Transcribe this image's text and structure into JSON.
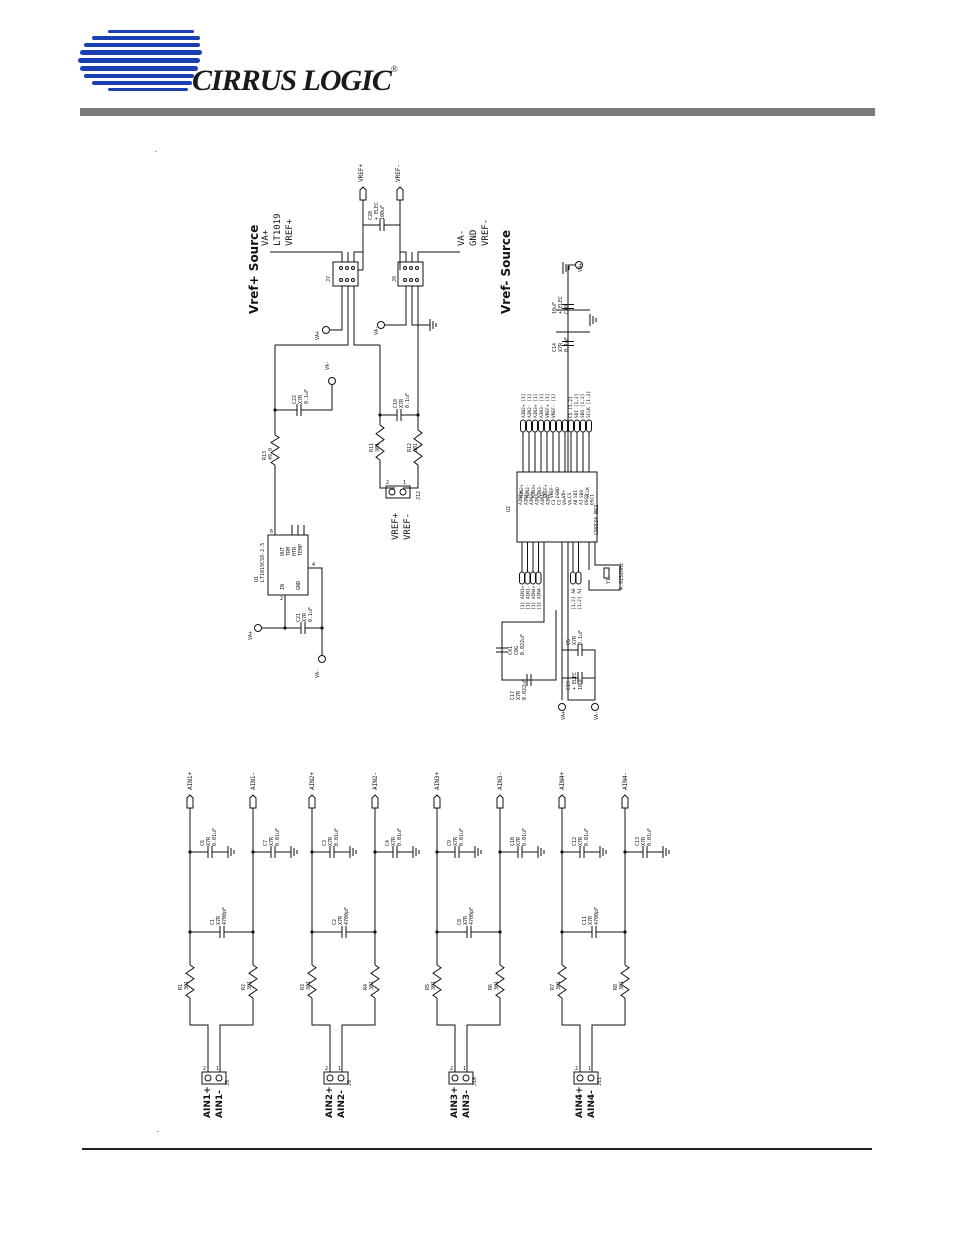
{
  "brand": {
    "name": "CIRRUS LOGIC",
    "reg": "®"
  },
  "top": {
    "vref_plus_src": {
      "title": "Vref+ Source",
      "opts": [
        "VA+",
        "LT1019",
        "VREF+"
      ]
    },
    "vref_minus_src": {
      "title": "Vref- Source",
      "opts": [
        "VA-",
        "GND",
        "VREF-"
      ]
    },
    "nets": {
      "va_plus": "VA+",
      "va_minus": "VA-",
      "vd_plus": "VD+",
      "vref_p": "VREF+",
      "vref_m": "VREF-"
    },
    "j7": "J7",
    "j8": "J8",
    "j12": "J12",
    "j12_labels": [
      "VREF+",
      "VREF-"
    ],
    "c20": [
      "C20",
      "+ ELEC",
      "100uF"
    ],
    "c22": [
      "C22",
      "X7R",
      "0.1uF"
    ],
    "c21": [
      "C21",
      "X7R",
      "0.1uF"
    ],
    "c18": [
      "C18",
      "X7R",
      "0.1uF"
    ],
    "r13": [
      "R13",
      "49.9"
    ],
    "r11": [
      "R11",
      "301"
    ],
    "r12": [
      "R12",
      "301"
    ],
    "u1": {
      "ref": "U1",
      "part": "LT1019CS8-2.5",
      "pins": [
        "OUT",
        "TRM",
        "HTR",
        "TEMP",
        "IN",
        "GND"
      ],
      "nums": [
        "6",
        "5",
        "3",
        "2",
        "4"
      ]
    },
    "u2": {
      "ref": "U2",
      "part": "CS5534-BSZ",
      "left_pins": [
        "AIN1+",
        "AIN1-",
        "AIN3+",
        "AIN3-",
        "AIN4+",
        "AIN4-",
        "C1",
        "C2",
        "VA+",
        "VA-",
        "A0",
        "A1",
        "OSC2",
        "OSC1"
      ],
      "right_pins": [
        "AIN2+",
        "AIN2-",
        "AIN3+",
        "AIN3-",
        "VREF+",
        "VREF-",
        "DGND",
        "VD+",
        "CS",
        "SDI",
        "SDO",
        "SCLK"
      ]
    },
    "u2_left_nets": [
      "[1] AIN1+",
      "[1] AIN1-",
      "[1] AIN4+",
      "[1] AIN4-"
    ],
    "u2_sel_nets": [
      "[1,2] A0",
      "[1,2] A1"
    ],
    "u2_right_nets": [
      "AIN2+ [1]",
      "AIN2- [1]",
      "AIN3+ [1]",
      "AIN3- [1]",
      "VREF+ [1]",
      "VREF- [1]"
    ],
    "u2_ctl_nets": [
      "CS [1,2]",
      "SDI [1,2]",
      "SDO [1,2]",
      "SCLK [1,2]"
    ],
    "y1": [
      "Y1",
      "4.9152MHz"
    ],
    "c41": [
      "C41",
      "C0G",
      "0.022uF"
    ],
    "c17": [
      "C17",
      "X7R",
      "0.022uF"
    ],
    "c19": [
      "C19",
      "+ ELEC",
      "10uF"
    ],
    "c5": [
      "C5",
      "X7R",
      "0.1uF"
    ],
    "c14": [
      "C14",
      "X7R",
      "0.1uF"
    ],
    "c40": [
      "10uF",
      "+ ELEC",
      "C40"
    ],
    "partial": "J23"
  },
  "channels": [
    {
      "in_p": "AIN1+",
      "in_m": "AIN1-",
      "conn": "J5",
      "ra": [
        "R1",
        "301"
      ],
      "rb": [
        "R2",
        "301"
      ],
      "cd": [
        "C1",
        "X7R",
        "4700pF"
      ],
      "cp": [
        "C6",
        "X7R",
        "0.01uF"
      ],
      "cm": [
        "C7",
        "X7R",
        "0.01uF"
      ]
    },
    {
      "in_p": "AIN2+",
      "in_m": "AIN2-",
      "conn": "J9",
      "ra": [
        "R3",
        "301"
      ],
      "rb": [
        "R4",
        "301"
      ],
      "cd": [
        "C2",
        "X7R",
        "4700pF"
      ],
      "cp": [
        "C3",
        "X7R",
        "0.01uF"
      ],
      "cm": [
        "C4",
        "X7R",
        "0.01uF"
      ]
    },
    {
      "in_p": "AIN3+",
      "in_m": "AIN3-",
      "conn": "J10",
      "ra": [
        "R5",
        "301"
      ],
      "rb": [
        "R6",
        "301"
      ],
      "cd": [
        "C8",
        "X7R",
        "4700pF"
      ],
      "cp": [
        "C9",
        "X7R",
        "0.01uF"
      ],
      "cm": [
        "C10",
        "X7R",
        "0.01uF"
      ]
    },
    {
      "in_p": "AIN4+",
      "in_m": "AIN4-",
      "conn": "J11",
      "ra": [
        "R7",
        "301"
      ],
      "rb": [
        "R8",
        "301"
      ],
      "cd": [
        "C11",
        "X7R",
        "4700pF"
      ],
      "cp": [
        "C12",
        "X7R",
        "0.01uF"
      ],
      "cm": [
        "C13",
        "X7R",
        "0.01uF"
      ]
    }
  ],
  "pins": {
    "one": "1",
    "two": "2",
    "three": "3",
    "four": "4",
    "five": "5",
    "six": "6"
  }
}
